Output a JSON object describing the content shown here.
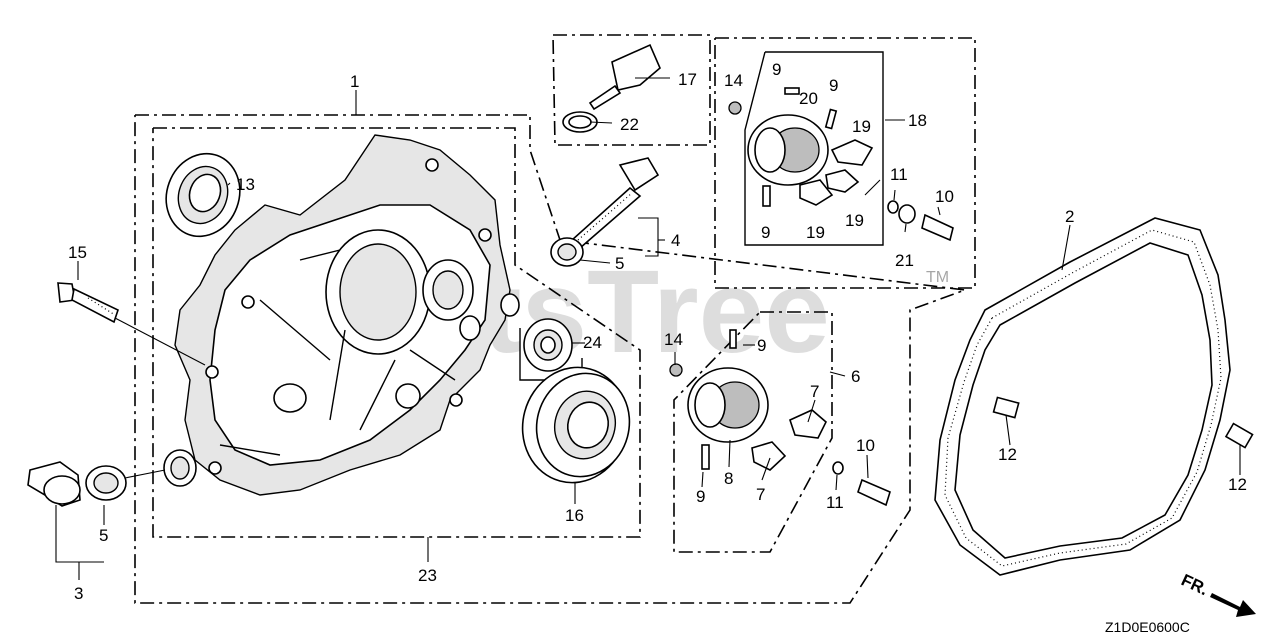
{
  "diagram": {
    "callouts": {
      "c1": "1",
      "c2": "2",
      "c3": "3",
      "c4": "4",
      "c5a": "5",
      "c5b": "5",
      "c6": "6",
      "c7a": "7",
      "c7b": "7",
      "c8": "8",
      "c9a": "9",
      "c9b": "9",
      "c9c": "9",
      "c9d": "9",
      "c9e": "9",
      "c10a": "10",
      "c10b": "10",
      "c11a": "11",
      "c11b": "11",
      "c12a": "12",
      "c12b": "12",
      "c13": "13",
      "c14a": "14",
      "c14b": "14",
      "c15": "15",
      "c16": "16",
      "c17": "17",
      "c18": "18",
      "c19a": "19",
      "c19b": "19",
      "c19c": "19",
      "c20": "20",
      "c21": "21",
      "c22": "22",
      "c23": "23",
      "c24": "24"
    },
    "watermark": "PartsTree",
    "trademark": "TM",
    "direction_label": "FR.",
    "diagram_code": "Z1D0E0600C"
  }
}
